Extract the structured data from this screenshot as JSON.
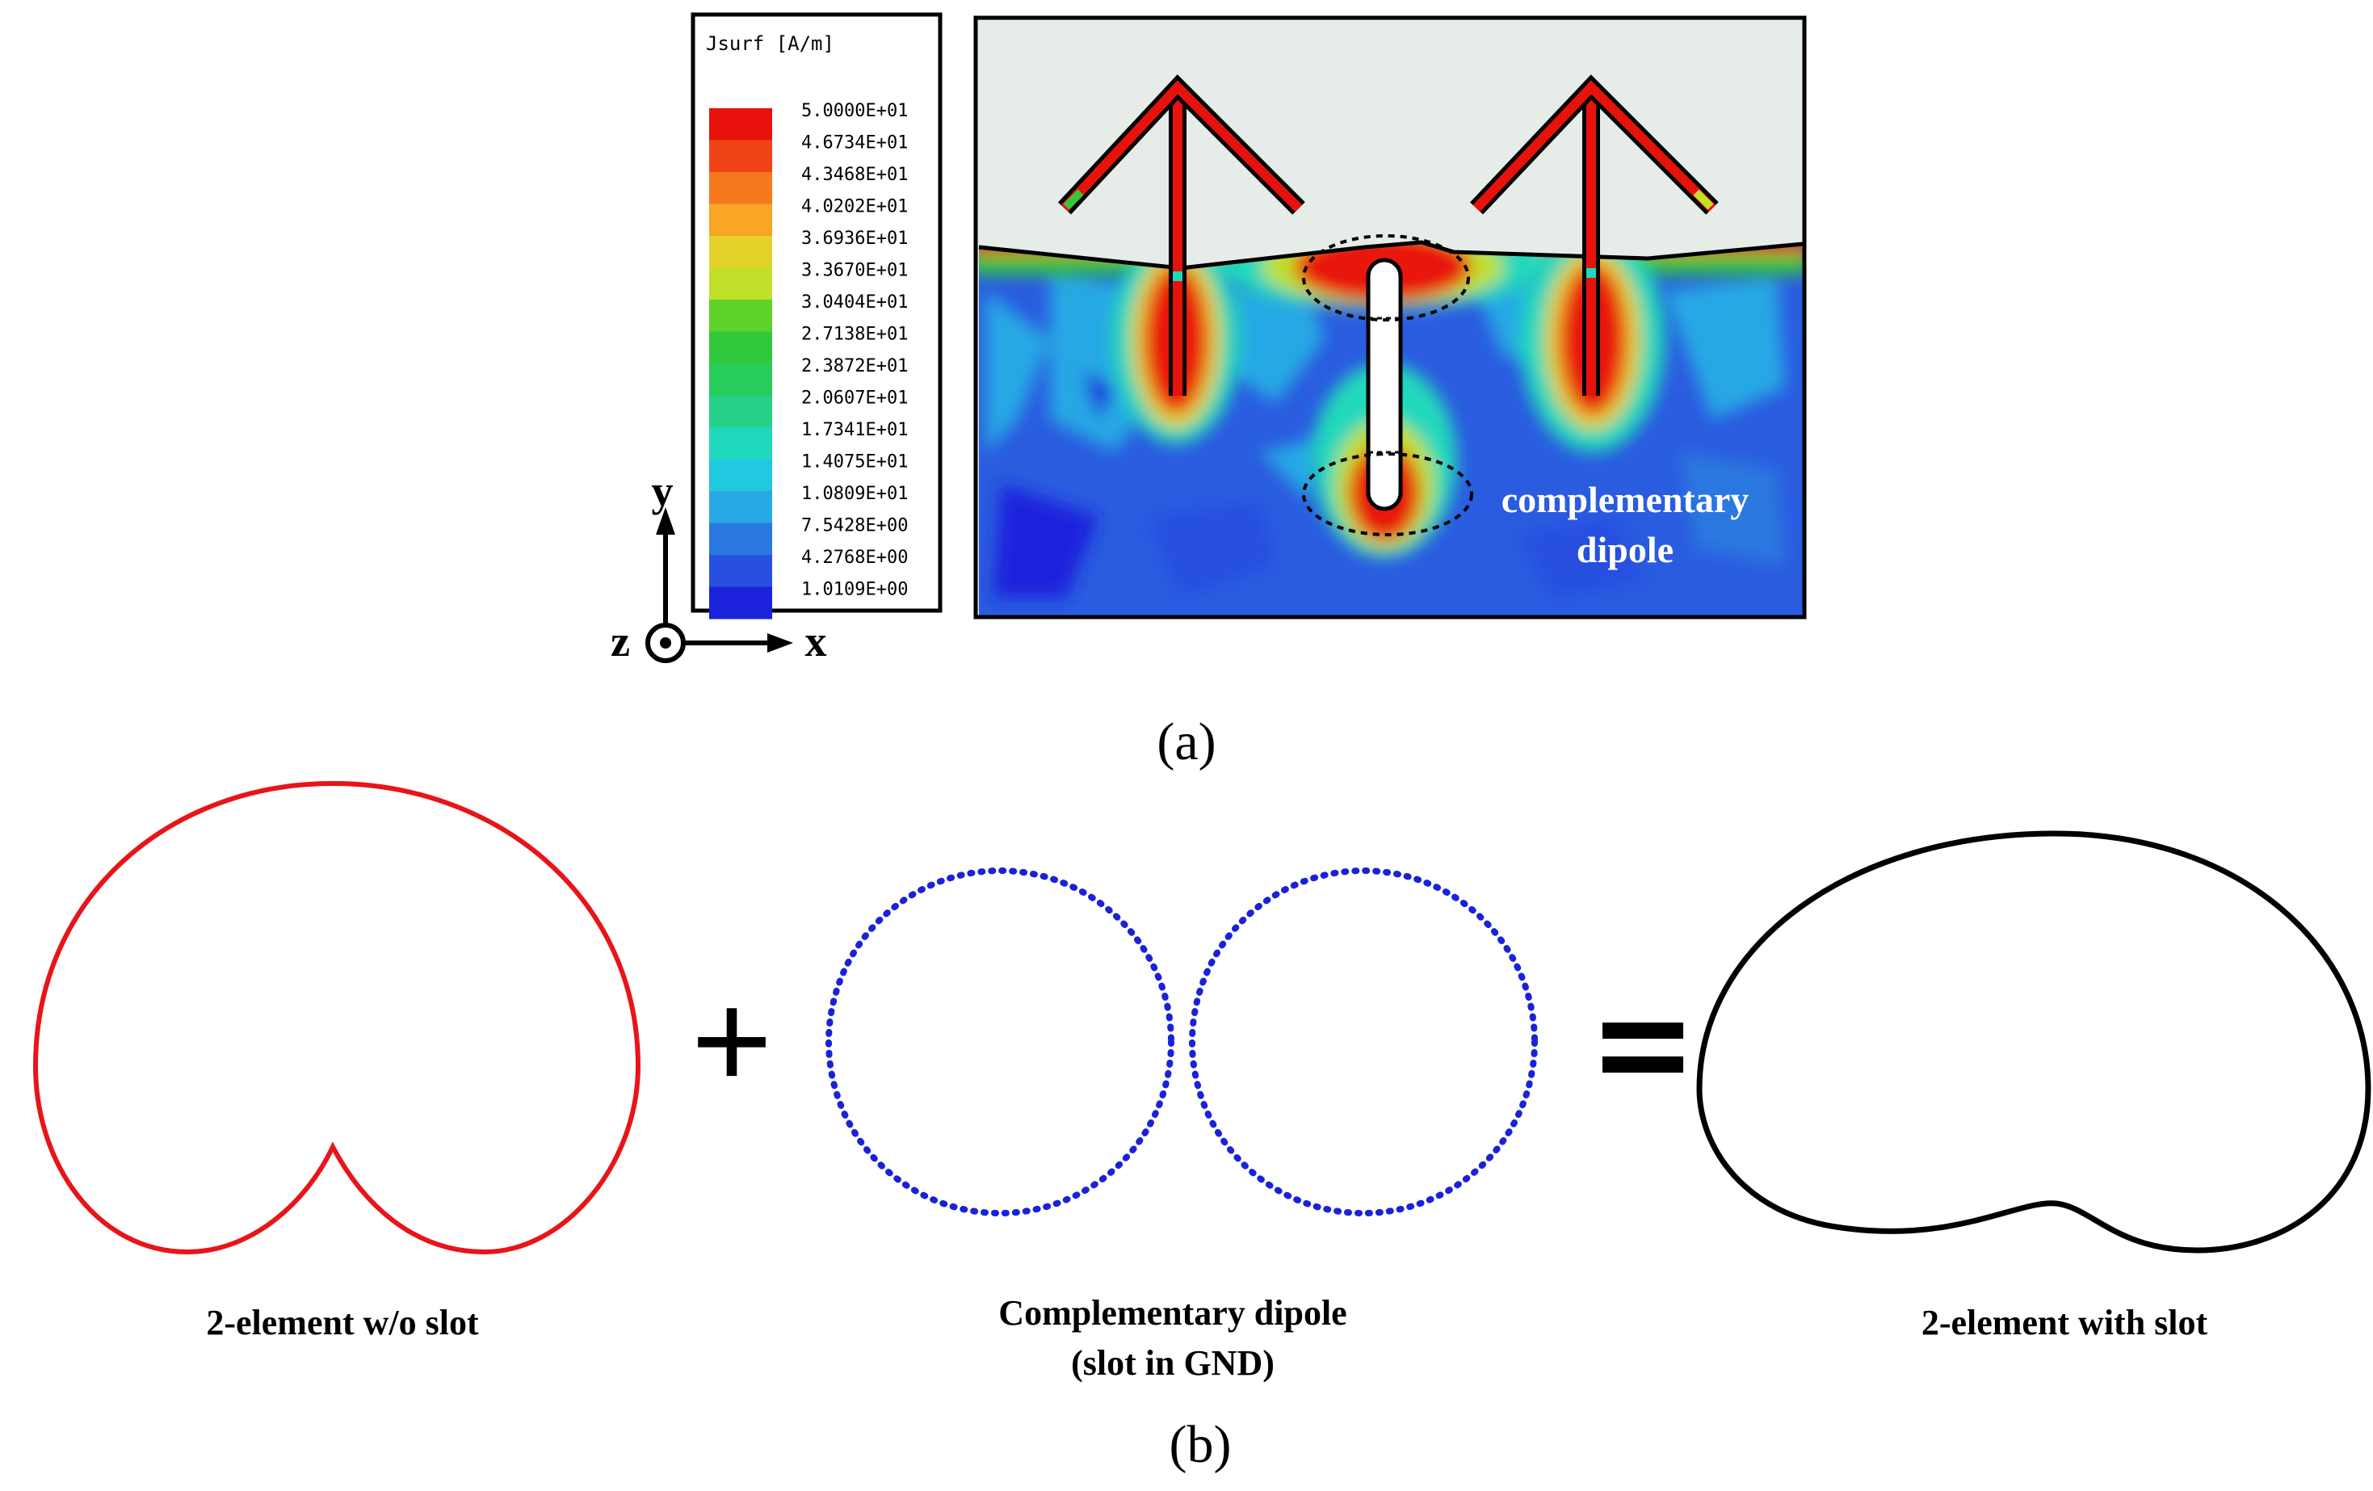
{
  "panel_a": {
    "legend": {
      "title": "Jsurf [A/m]",
      "values": [
        "5.0000E+01",
        "4.6734E+01",
        "4.3468E+01",
        "4.0202E+01",
        "3.6936E+01",
        "3.3670E+01",
        "3.0404E+01",
        "2.7138E+01",
        "2.3872E+01",
        "2.0607E+01",
        "1.7341E+01",
        "1.4075E+01",
        "1.0809E+01",
        "7.5428E+00",
        "4.2768E+00",
        "1.0109E+00"
      ],
      "colors": [
        "#e8120c",
        "#f04418",
        "#f57a1e",
        "#f9a526",
        "#e4d12a",
        "#c1e02a",
        "#5fd22a",
        "#32c83c",
        "#28cc58",
        "#26d088",
        "#20d8bc",
        "#20c8e0",
        "#28a8e4",
        "#2a78e0",
        "#2850e0",
        "#1a22dc"
      ]
    },
    "axes": {
      "y": "y",
      "x": "x",
      "z": "z"
    },
    "annotation_line1": "complementary",
    "annotation_line2": "dipole",
    "caption": "(a)",
    "colors": {
      "substrate": "#e6ece8",
      "ground": "#2a5ce0",
      "hot": "#e8120c"
    }
  },
  "panel_b": {
    "item1_label": "2-element w/o slot",
    "item2_label_line1": "Complementary dipole",
    "item2_label_line2": "(slot in GND)",
    "item3_label": "2-element with slot",
    "plus": "+",
    "equals": "=",
    "caption": "(b)",
    "colors": {
      "cardioid": "#e8141a",
      "dipole": "#1a22d8",
      "result": "#000000"
    }
  }
}
